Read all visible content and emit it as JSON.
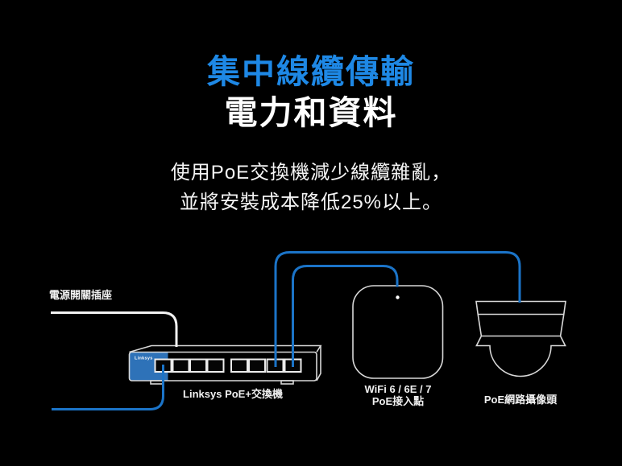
{
  "page": {
    "background": "#000000"
  },
  "colors": {
    "accent_blue": "#1e88e5",
    "cable_blue": "#1b74c8",
    "power_cable_white": "#f2f2f2",
    "switch_panel_blue": "#2e72b8",
    "device_outline_gray": "#d8d8d8"
  },
  "header": {
    "title_line1": "集中線纜傳輸",
    "title_line2": "電力和資料",
    "subtitle_line1": "使用PoE交換機減少線纜雜亂，",
    "subtitle_line2": "並將安裝成本降低25%以上。"
  },
  "diagram": {
    "outlet_label": "電源開關插座",
    "switch": {
      "brand": "Linksys",
      "label": "Linksys PoE+交換機",
      "port_count": 8
    },
    "access_point": {
      "label_line1": "WiFi 6 / 6E / 7",
      "label_line2": "PoE接入點"
    },
    "camera": {
      "label": "PoE網路攝像頭"
    }
  }
}
